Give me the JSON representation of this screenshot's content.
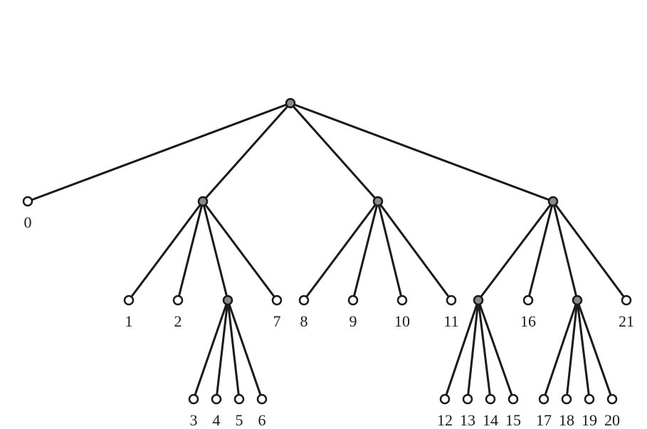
{
  "diagram": {
    "type": "tree",
    "colors": {
      "edge": "#1a1a1a",
      "internal_node_fill": "#8a8a8a",
      "leaf_node_fill": "#ffffff",
      "label": "#1a1a1a"
    },
    "nodes": [
      {
        "id": "root",
        "kind": "internal",
        "label": ""
      },
      {
        "id": "n0",
        "kind": "leaf",
        "label": "0"
      },
      {
        "id": "a",
        "kind": "internal",
        "label": ""
      },
      {
        "id": "b",
        "kind": "internal",
        "label": ""
      },
      {
        "id": "c",
        "kind": "internal",
        "label": ""
      },
      {
        "id": "n1",
        "kind": "leaf",
        "label": "1"
      },
      {
        "id": "n2",
        "kind": "leaf",
        "label": "2"
      },
      {
        "id": "d",
        "kind": "internal",
        "label": ""
      },
      {
        "id": "n7",
        "kind": "leaf",
        "label": "7"
      },
      {
        "id": "n8",
        "kind": "leaf",
        "label": "8"
      },
      {
        "id": "n9",
        "kind": "leaf",
        "label": "9"
      },
      {
        "id": "n10",
        "kind": "leaf",
        "label": "10"
      },
      {
        "id": "n11",
        "kind": "leaf",
        "label": "11"
      },
      {
        "id": "e",
        "kind": "internal",
        "label": ""
      },
      {
        "id": "n16",
        "kind": "leaf",
        "label": "16"
      },
      {
        "id": "f",
        "kind": "internal",
        "label": ""
      },
      {
        "id": "n21",
        "kind": "leaf",
        "label": "21"
      },
      {
        "id": "n3",
        "kind": "leaf",
        "label": "3"
      },
      {
        "id": "n4",
        "kind": "leaf",
        "label": "4"
      },
      {
        "id": "n5",
        "kind": "leaf",
        "label": "5"
      },
      {
        "id": "n6",
        "kind": "leaf",
        "label": "6"
      },
      {
        "id": "n12",
        "kind": "leaf",
        "label": "12"
      },
      {
        "id": "n13",
        "kind": "leaf",
        "label": "13"
      },
      {
        "id": "n14",
        "kind": "leaf",
        "label": "14"
      },
      {
        "id": "n15",
        "kind": "leaf",
        "label": "15"
      },
      {
        "id": "n17",
        "kind": "leaf",
        "label": "17"
      },
      {
        "id": "n18",
        "kind": "leaf",
        "label": "18"
      },
      {
        "id": "n19",
        "kind": "leaf",
        "label": "19"
      },
      {
        "id": "n20",
        "kind": "leaf",
        "label": "20"
      }
    ],
    "edges": [
      [
        "root",
        "n0"
      ],
      [
        "root",
        "a"
      ],
      [
        "root",
        "b"
      ],
      [
        "root",
        "c"
      ],
      [
        "a",
        "n1"
      ],
      [
        "a",
        "n2"
      ],
      [
        "a",
        "d"
      ],
      [
        "a",
        "n7"
      ],
      [
        "b",
        "n8"
      ],
      [
        "b",
        "n9"
      ],
      [
        "b",
        "n10"
      ],
      [
        "b",
        "n11"
      ],
      [
        "c",
        "e"
      ],
      [
        "c",
        "n16"
      ],
      [
        "c",
        "f"
      ],
      [
        "c",
        "n21"
      ],
      [
        "d",
        "n3"
      ],
      [
        "d",
        "n4"
      ],
      [
        "d",
        "n5"
      ],
      [
        "d",
        "n6"
      ],
      [
        "e",
        "n12"
      ],
      [
        "e",
        "n13"
      ],
      [
        "e",
        "n14"
      ],
      [
        "e",
        "n15"
      ],
      [
        "f",
        "n17"
      ],
      [
        "f",
        "n18"
      ],
      [
        "f",
        "n19"
      ],
      [
        "f",
        "n20"
      ]
    ]
  }
}
